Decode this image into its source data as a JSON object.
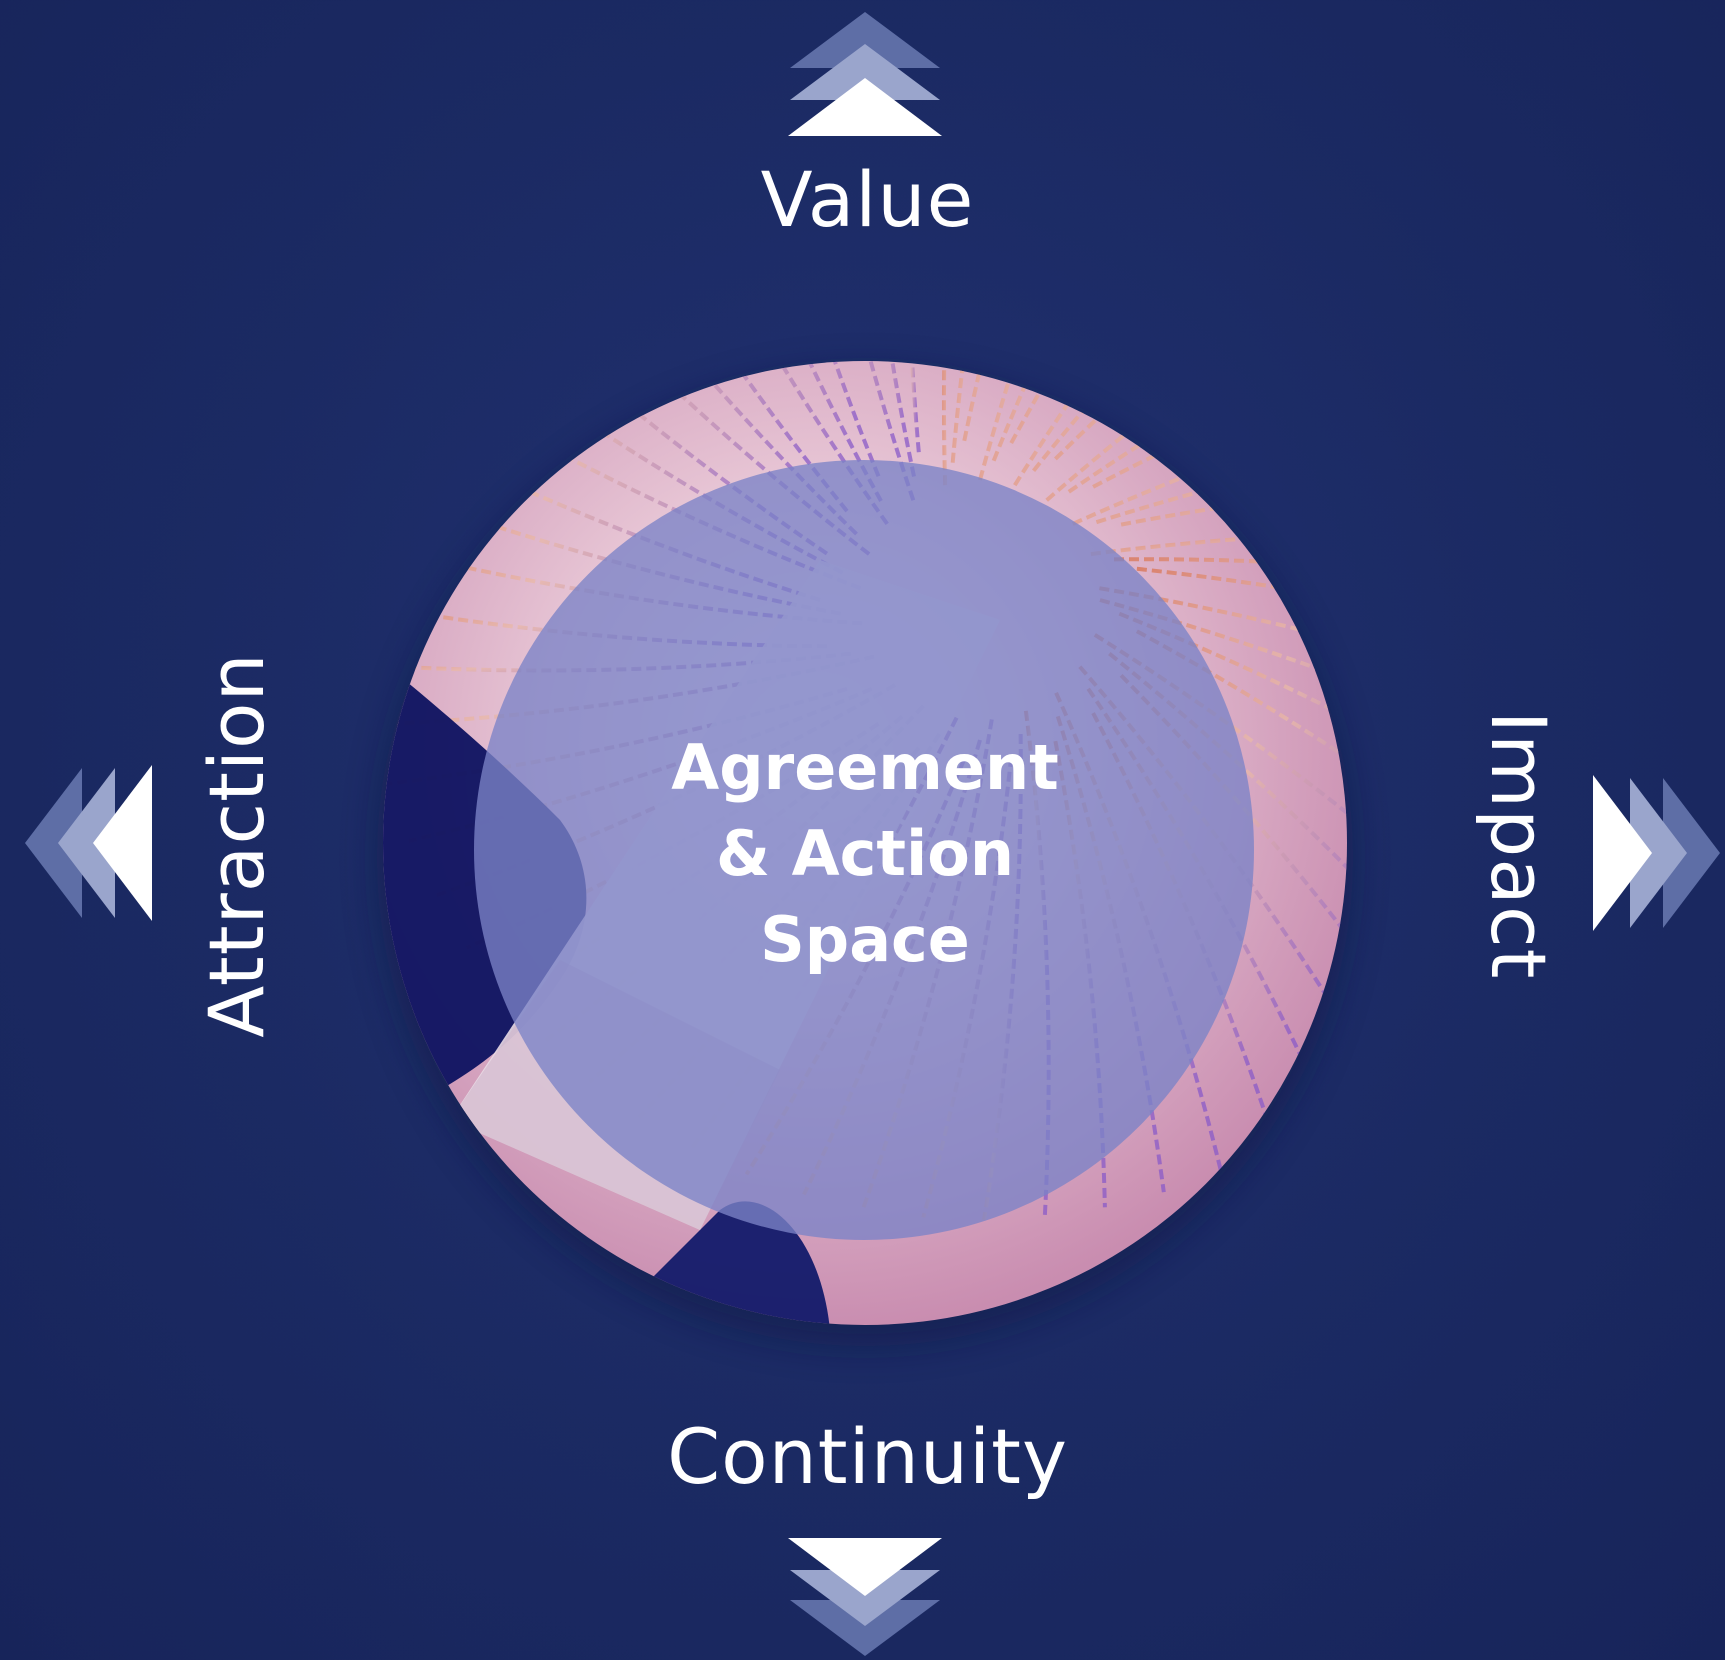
{
  "diagram": {
    "center": {
      "lines": [
        "Agreement",
        "& Action",
        "Space"
      ]
    },
    "directions": {
      "top": "Value",
      "bottom": "Continuity",
      "left": "Attraction",
      "right": "Impact"
    },
    "colors": {
      "background": "#1b2a63",
      "ring_warm": "#e8a07a",
      "ring_cool": "#8e64c8",
      "inner_circle": "#7f87c9",
      "text": "#ffffff"
    },
    "icons": {
      "top": "chevron-up-icon",
      "bottom": "chevron-down-icon",
      "left": "chevron-left-icon",
      "right": "chevron-right-icon"
    }
  }
}
